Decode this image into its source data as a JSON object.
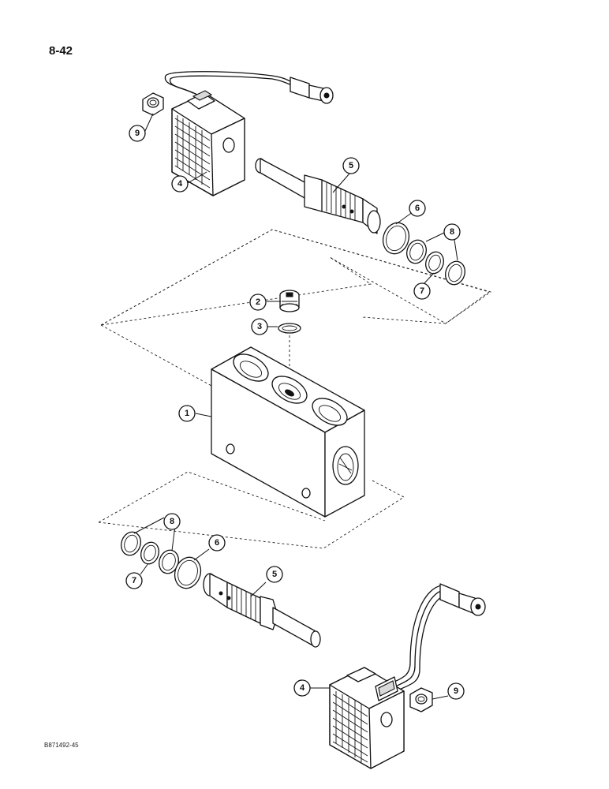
{
  "page": {
    "number": "8-42",
    "code": "B871492-45"
  },
  "callouts": [
    {
      "id": "c1",
      "label": "1"
    },
    {
      "id": "c2",
      "label": "2"
    },
    {
      "id": "c3",
      "label": "3"
    },
    {
      "id": "c4a",
      "label": "4"
    },
    {
      "id": "c4b",
      "label": "4"
    },
    {
      "id": "c5a",
      "label": "5"
    },
    {
      "id": "c5b",
      "label": "5"
    },
    {
      "id": "c6a",
      "label": "6"
    },
    {
      "id": "c6b",
      "label": "6"
    },
    {
      "id": "c7a",
      "label": "7"
    },
    {
      "id": "c7b",
      "label": "7"
    },
    {
      "id": "c8a",
      "label": "8"
    },
    {
      "id": "c8b",
      "label": "8"
    },
    {
      "id": "c9a",
      "label": "9"
    },
    {
      "id": "c9b",
      "label": "9"
    }
  ]
}
